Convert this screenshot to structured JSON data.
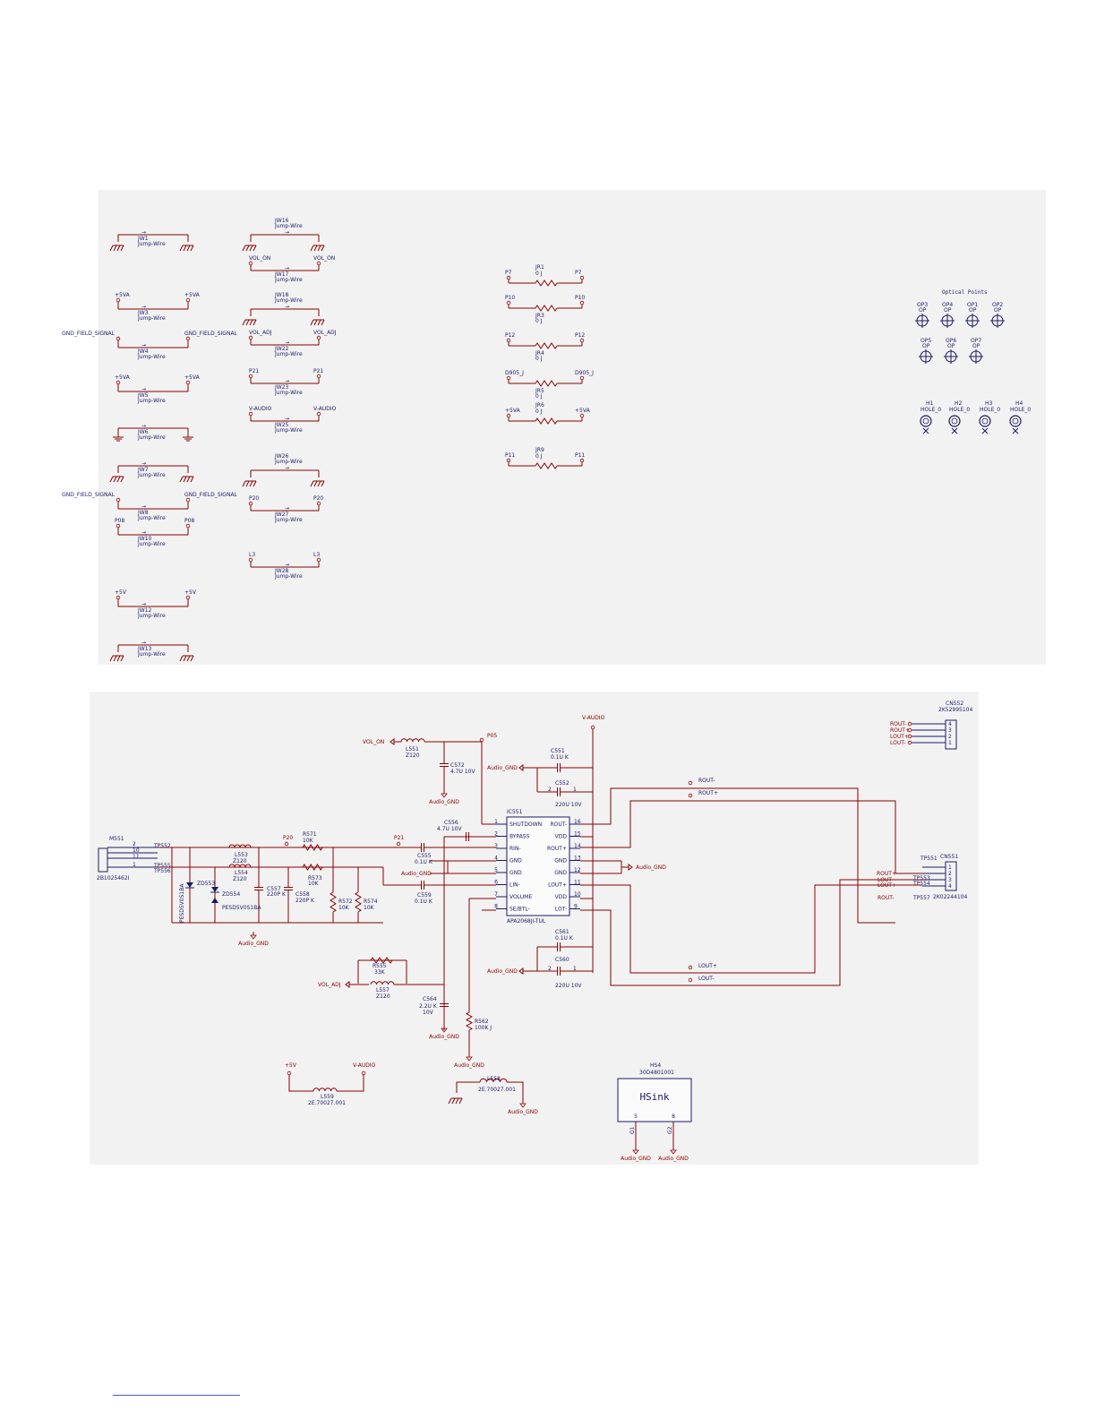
{
  "top_sheet": {
    "jump_wires_left": [
      {
        "ref": "JW1",
        "type": "Jump-Wire",
        "left": "",
        "right": ""
      },
      {
        "ref": "JW3",
        "type": "Jump-Wire",
        "left": "+5VA",
        "right": "+5VA"
      },
      {
        "ref": "JW4",
        "type": "Jump-Wire",
        "left": "GND_FIELD_SIGNAL",
        "right": "GND_FIELD_SIGNAL"
      },
      {
        "ref": "JW5",
        "type": "Jump-Wire",
        "left": "+5VA",
        "right": "+5VA"
      },
      {
        "ref": "JW6",
        "type": "Jump-Wire",
        "left": "",
        "right": ""
      },
      {
        "ref": "JW7",
        "type": "Jump-Wire",
        "left": "",
        "right": ""
      },
      {
        "ref": "JW8",
        "type": "Jump-Wire",
        "left": "GND_FIELD_SIGNAL",
        "right": "GND_FIELD_SIGNAL"
      },
      {
        "ref": "JW10",
        "type": "Jump-Wire",
        "left": "P08",
        "right": "P08"
      },
      {
        "ref": "JW12",
        "type": "Jump-Wire",
        "left": "+5V",
        "right": "+5V"
      },
      {
        "ref": "JW13",
        "type": "Jump-Wire",
        "left": "",
        "right": ""
      }
    ],
    "jump_wires_mid": [
      {
        "ref": "JW16",
        "type": "Jump-Wire",
        "left": "",
        "right": ""
      },
      {
        "ref": "JW17",
        "type": "Jump-Wire",
        "left": "VOL_ON",
        "right": "VOL_ON"
      },
      {
        "ref": "JW18",
        "type": "Jump-Wire",
        "left": "",
        "right": ""
      },
      {
        "ref": "JW22",
        "type": "Jump-Wire",
        "left": "VOL_ADJ",
        "right": "VOL_ADJ"
      },
      {
        "ref": "JW23",
        "type": "Jump-Wire",
        "left": "P21",
        "right": "P21"
      },
      {
        "ref": "JW25",
        "type": "Jump-Wire",
        "left": "V-AUDIO",
        "right": "V-AUDIO"
      },
      {
        "ref": "JW26",
        "type": "Jump-Wire",
        "left": "",
        "right": ""
      },
      {
        "ref": "JW27",
        "type": "Jump-Wire",
        "left": "P20",
        "right": "P20"
      },
      {
        "ref": "JW28",
        "type": "Jump-Wire",
        "left": "L3",
        "right": "L3"
      }
    ],
    "resistors_0ohm": [
      {
        "ref": "JR1",
        "value": "0 J",
        "left": "P7",
        "right": "P7"
      },
      {
        "ref": "JR3",
        "value": "0 J",
        "left": "P10",
        "right": "P10"
      },
      {
        "ref": "JR4",
        "value": "0 J",
        "left": "P12",
        "right": "P12"
      },
      {
        "ref": "JR5",
        "value": "0 J",
        "left": "D905_J",
        "right": "D905_J"
      },
      {
        "ref": "JR6",
        "value": "0 J",
        "left": "+5VA",
        "right": "+5VA"
      },
      {
        "ref": "JR9",
        "value": "0 J",
        "left": "P11",
        "right": "P11"
      }
    ],
    "optical_points_title": "Optical Points",
    "optical_points": [
      {
        "ref": "OP3",
        "type": "OP"
      },
      {
        "ref": "OP4",
        "type": "OP"
      },
      {
        "ref": "OP1",
        "type": "OP"
      },
      {
        "ref": "OP2",
        "type": "OP"
      },
      {
        "ref": "OP5",
        "type": "OP"
      },
      {
        "ref": "OP6",
        "type": "OP"
      },
      {
        "ref": "OP7",
        "type": "OP"
      }
    ],
    "holes": [
      {
        "ref": "H1",
        "type": "HOLE_0"
      },
      {
        "ref": "H2",
        "type": "HOLE_0"
      },
      {
        "ref": "H3",
        "type": "HOLE_0"
      },
      {
        "ref": "H4",
        "type": "HOLE_0"
      }
    ]
  },
  "bottom_sheet": {
    "ic": {
      "ref": "IC551",
      "part": "APA2068JI-TUL",
      "left_pins": [
        {
          "num": "1",
          "name": "SHUTDOWN"
        },
        {
          "num": "2",
          "name": "BYPASS"
        },
        {
          "num": "3",
          "name": "RIN-"
        },
        {
          "num": "4",
          "name": "GND"
        },
        {
          "num": "5",
          "name": "GND"
        },
        {
          "num": "6",
          "name": "LIN-"
        },
        {
          "num": "7",
          "name": "VOLUME"
        },
        {
          "num": "8",
          "name": "SE/BTL-"
        }
      ],
      "right_pins": [
        {
          "num": "16",
          "name": "ROUT-"
        },
        {
          "num": "15",
          "name": "VDD"
        },
        {
          "num": "14",
          "name": "ROUT+"
        },
        {
          "num": "13",
          "name": "GND"
        },
        {
          "num": "12",
          "name": "GND"
        },
        {
          "num": "11",
          "name": "LOUT+"
        },
        {
          "num": "10",
          "name": "VDD"
        },
        {
          "num": "9",
          "name": "LOT-"
        }
      ]
    },
    "net_vaudio": "V-AUDIO",
    "net_vol_on": "VOL_ON",
    "net_vol_adj": "VOL_ADJ",
    "net_p05": "P05",
    "net_p20": "P20",
    "net_p21": "P21",
    "audio_gnd": "Audio_GND",
    "l551": {
      "ref": "L551",
      "value": "Z120"
    },
    "c572": {
      "ref": "C572",
      "value": "4.7U 10V"
    },
    "c551": {
      "ref": "C551",
      "value": "0.1U K"
    },
    "c552": {
      "ref": "C552",
      "value": "220U 10V"
    },
    "c556": {
      "ref": "C556",
      "value": "4.7U 10V"
    },
    "c555": {
      "ref": "C555",
      "value": "0.1U K"
    },
    "c559": {
      "ref": "C559",
      "value": "0.1U K"
    },
    "c561": {
      "ref": "C561",
      "value": "0.1U K"
    },
    "c560": {
      "ref": "C560",
      "value": "220U 10V"
    },
    "c564": {
      "ref": "C564",
      "value": "2.2U K",
      "value2": "10V"
    },
    "r562": {
      "ref": "R562",
      "value": "100K J"
    },
    "r555": {
      "ref": "R555",
      "value": "33K"
    },
    "l557": {
      "ref": "L557",
      "value": "Z120"
    },
    "m551": {
      "ref": "M551",
      "part": "2B1025462I"
    },
    "tp552": "TP552",
    "tp555": "TP555",
    "tp556": "TP556",
    "l553": {
      "ref": "L553",
      "value": "Z120"
    },
    "l554": {
      "ref": "L554",
      "value": "Z120"
    },
    "zd553": {
      "ref": "ZD553",
      "part": "PESD5V0S1BA"
    },
    "zd554": {
      "ref": "ZD554",
      "part": "PESD5V0S1BA"
    },
    "c557": {
      "ref": "C557",
      "value": "220P K"
    },
    "c558": {
      "ref": "C558",
      "value": "220P K"
    },
    "r571": {
      "ref": "R571",
      "value": "10K"
    },
    "r573": {
      "ref": "R573",
      "value": "10K"
    },
    "r572": {
      "ref": "R572",
      "value": "10K"
    },
    "r574": {
      "ref": "R574",
      "value": "10K"
    },
    "cn552": {
      "ref": "CN552",
      "part": "2K52995104",
      "pins": [
        "ROUT-",
        "ROUT+",
        "LOUT+",
        "LOUT-"
      ]
    },
    "cn551": {
      "ref": "CN551",
      "part": "2K02244104",
      "pins": [
        "ROUT-",
        "LOUT-",
        "LOUT+",
        "ROUT+"
      ]
    },
    "tp551": "TP551",
    "tp553": "TP553",
    "tp554": "TP554",
    "tp557": "TP557",
    "net_rout_minus": "ROUT-",
    "net_rout_plus": "ROUT+",
    "net_lout_plus": "LOUT+",
    "net_lout_minus": "LOUT-",
    "net_5v": "+5V",
    "l559": {
      "ref": "L559",
      "value": "2E.70027.001"
    },
    "l558": {
      "ref": "L558",
      "value": "2E.70027.001"
    },
    "hs": {
      "ref": "HS4",
      "part": "30D4801001",
      "label": "HSink",
      "pins": [
        "G1",
        "G2"
      ]
    }
  }
}
